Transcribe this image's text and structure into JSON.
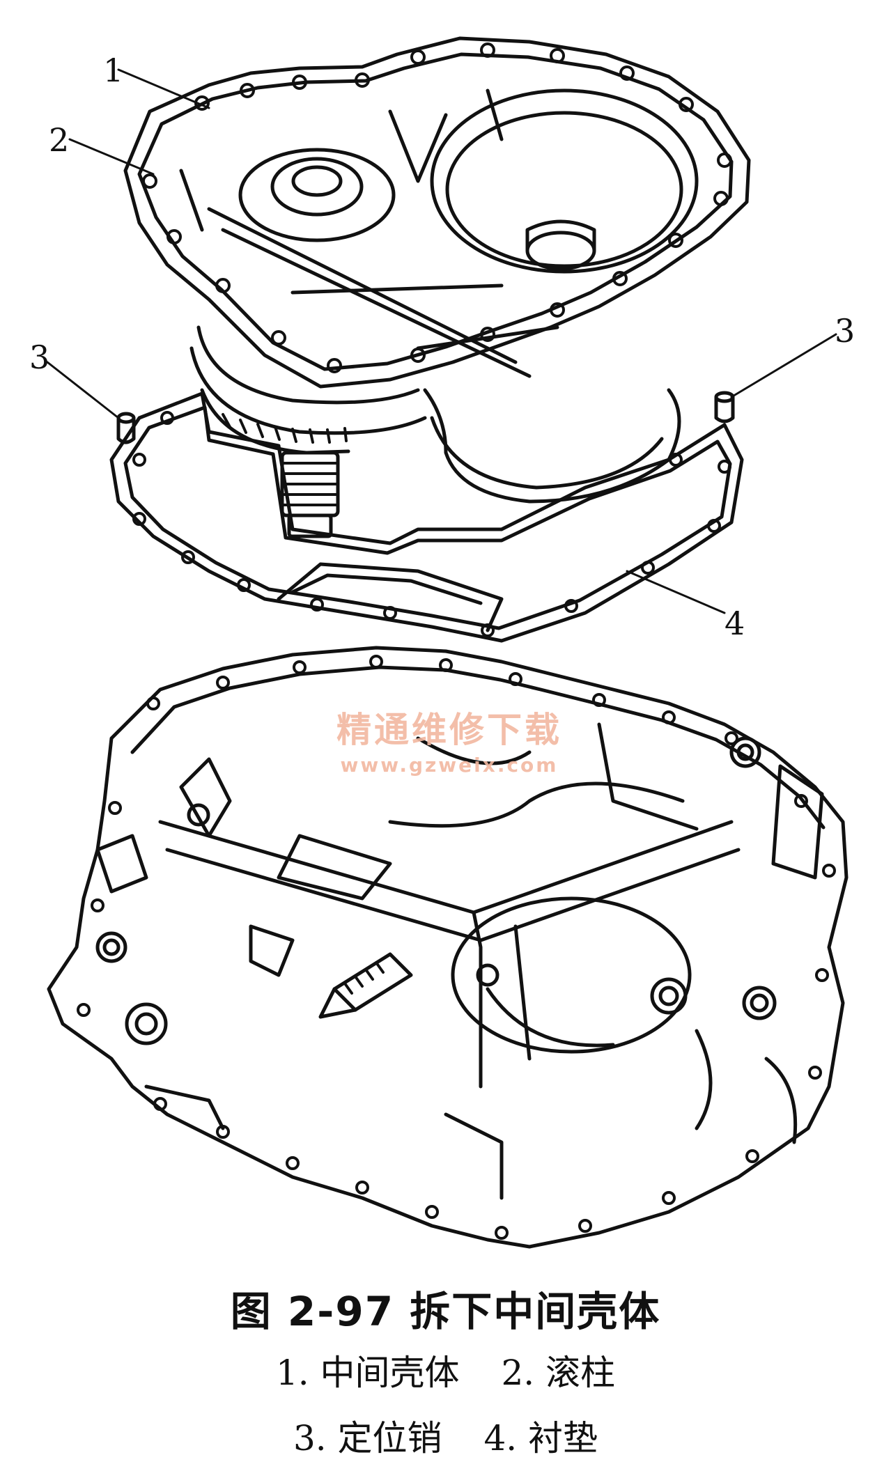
{
  "figure": {
    "caption_title": "图 2-97   拆下中间壳体",
    "legend": [
      {
        "items": [
          "1. 中间壳体",
          "2. 滚柱"
        ]
      },
      {
        "items": [
          "3. 定位销",
          "4. 衬垫"
        ]
      }
    ],
    "callouts": {
      "c1": "1",
      "c2": "2",
      "c3_left": "3",
      "c3_right": "3",
      "c4": "4"
    },
    "watermark": {
      "text": "精通维修下载",
      "url": "www.gzweix.com",
      "color": "#f2b8a0"
    },
    "line_color": "#111111"
  }
}
